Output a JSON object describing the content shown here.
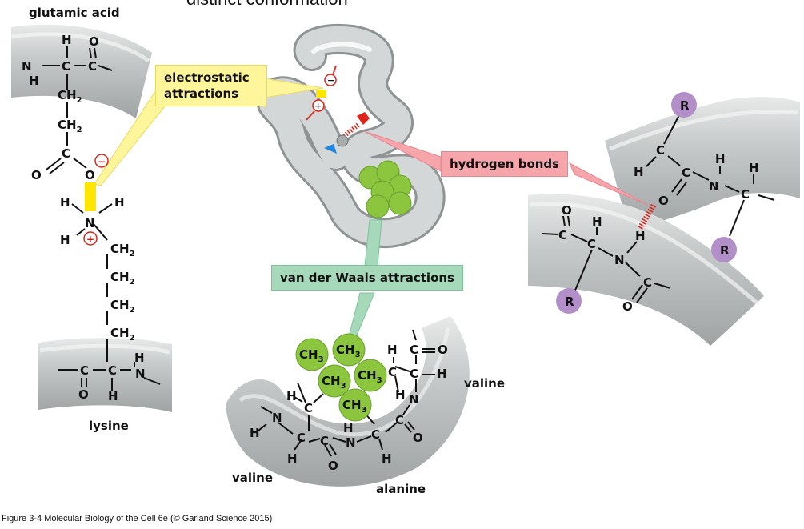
{
  "header": {
    "caption": "distinct conformation"
  },
  "labels": {
    "glutamic_acid": "glutamic acid",
    "lysine": "lysine",
    "valine_right": "valine",
    "valine_left": "valine",
    "alanine": "alanine"
  },
  "callouts": {
    "electrostatic_line1": "electrostatic",
    "electrostatic_line2": "attractions",
    "hydrogen_bonds": "hydrogen bonds",
    "van_der_waals": "van der Waals attractions"
  },
  "footer": "Figure 3-4  Molecular Biology of the Cell 6e (© Garland Science 2015)",
  "colors": {
    "backbone": "#b9bcbc",
    "electrostatic": "#fff59a",
    "hbond": "#f6a5ab",
    "vdw": "#a6d9b9",
    "methyl": "#8cc63f",
    "r_group": "#b38fc9",
    "charge_red": "#e2231a"
  },
  "chem": {
    "H": "H",
    "C": "C",
    "O": "O",
    "N": "N",
    "R": "R",
    "CH2": "CH",
    "sub2": "2",
    "CH3": "CH",
    "sub3": "3",
    "minus": "−",
    "plus": "+"
  }
}
